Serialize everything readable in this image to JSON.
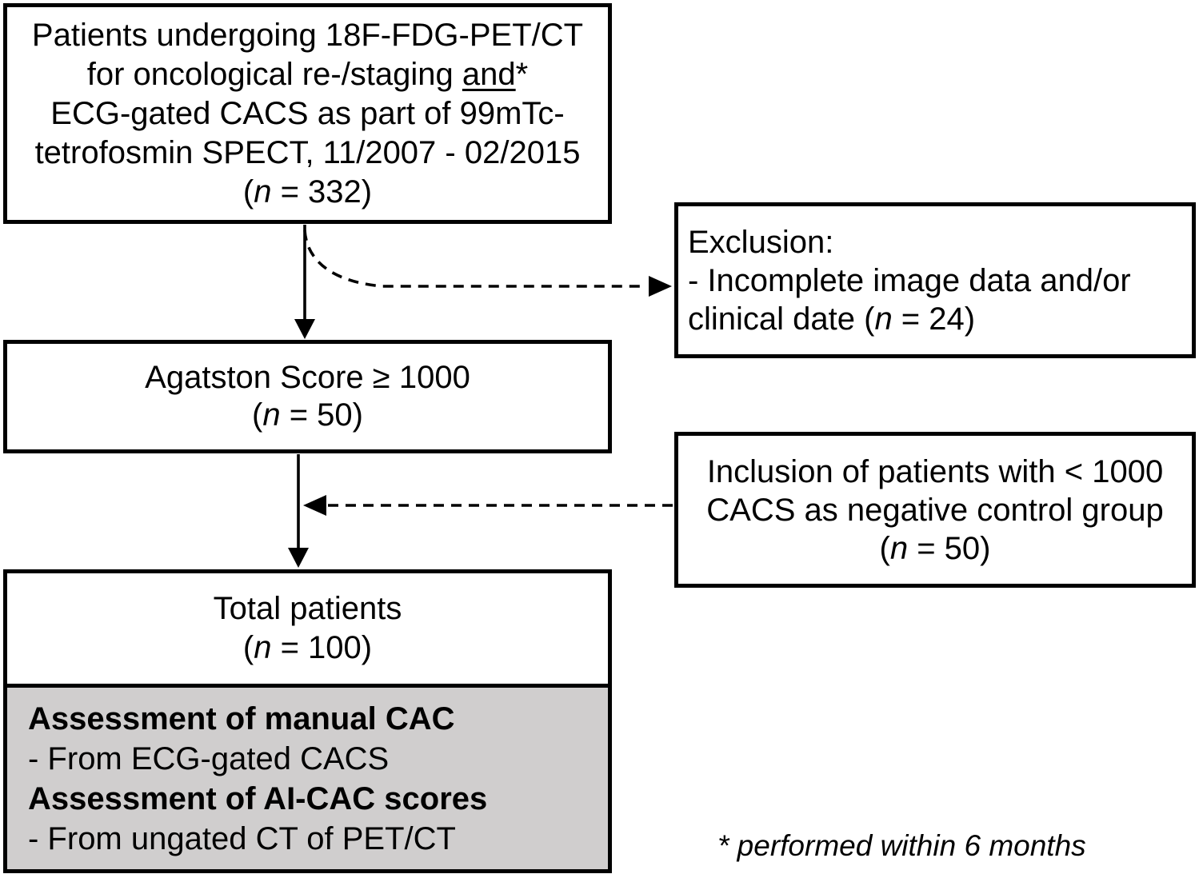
{
  "boxes": {
    "eligibility": {
      "line1": "Patients undergoing 18F-FDG-PET/CT",
      "line2_pre": "for oncological re-/staging ",
      "line2_and": "and",
      "line2_post": "*",
      "line3": "ECG-gated CACS as part of 99mTc-",
      "line4": "tetrofosmin SPECT, 11/2007 - 02/2015",
      "count_open": "(",
      "count_n": "n",
      "count_rest": " = 332)"
    },
    "exclusion": {
      "line1": "Exclusion:",
      "line2": "- Incomplete image data and/or",
      "line3_pre": "clinical date (",
      "line3_n": "n",
      "line3_rest": " = 24)"
    },
    "agatston": {
      "line1": "Agatston Score ≥ 1000",
      "count_open": "(",
      "count_n": "n",
      "count_rest": " = 50)"
    },
    "inclusion": {
      "line1": "Inclusion of patients with < 1000",
      "line2": "CACS as negative control group",
      "count_open": "(",
      "count_n": "n",
      "count_rest": " = 50)"
    },
    "total": {
      "line1": "Total patients",
      "count_open": "(",
      "count_n": "n",
      "count_rest": " = 100)",
      "assessment": [
        {
          "text": "Assessment of manual CAC",
          "bold": true
        },
        {
          "text": "- From ECG-gated CACS",
          "bold": false
        },
        {
          "text": "Assessment of AI-CAC scores",
          "bold": true
        },
        {
          "text": "- From ungated CT of PET/CT",
          "bold": false
        }
      ]
    }
  },
  "footnote": "* performed within 6 months",
  "colors": {
    "box_border": "#000000",
    "gray_fill": "#d0cece",
    "background": "#ffffff",
    "text": "#000000"
  }
}
